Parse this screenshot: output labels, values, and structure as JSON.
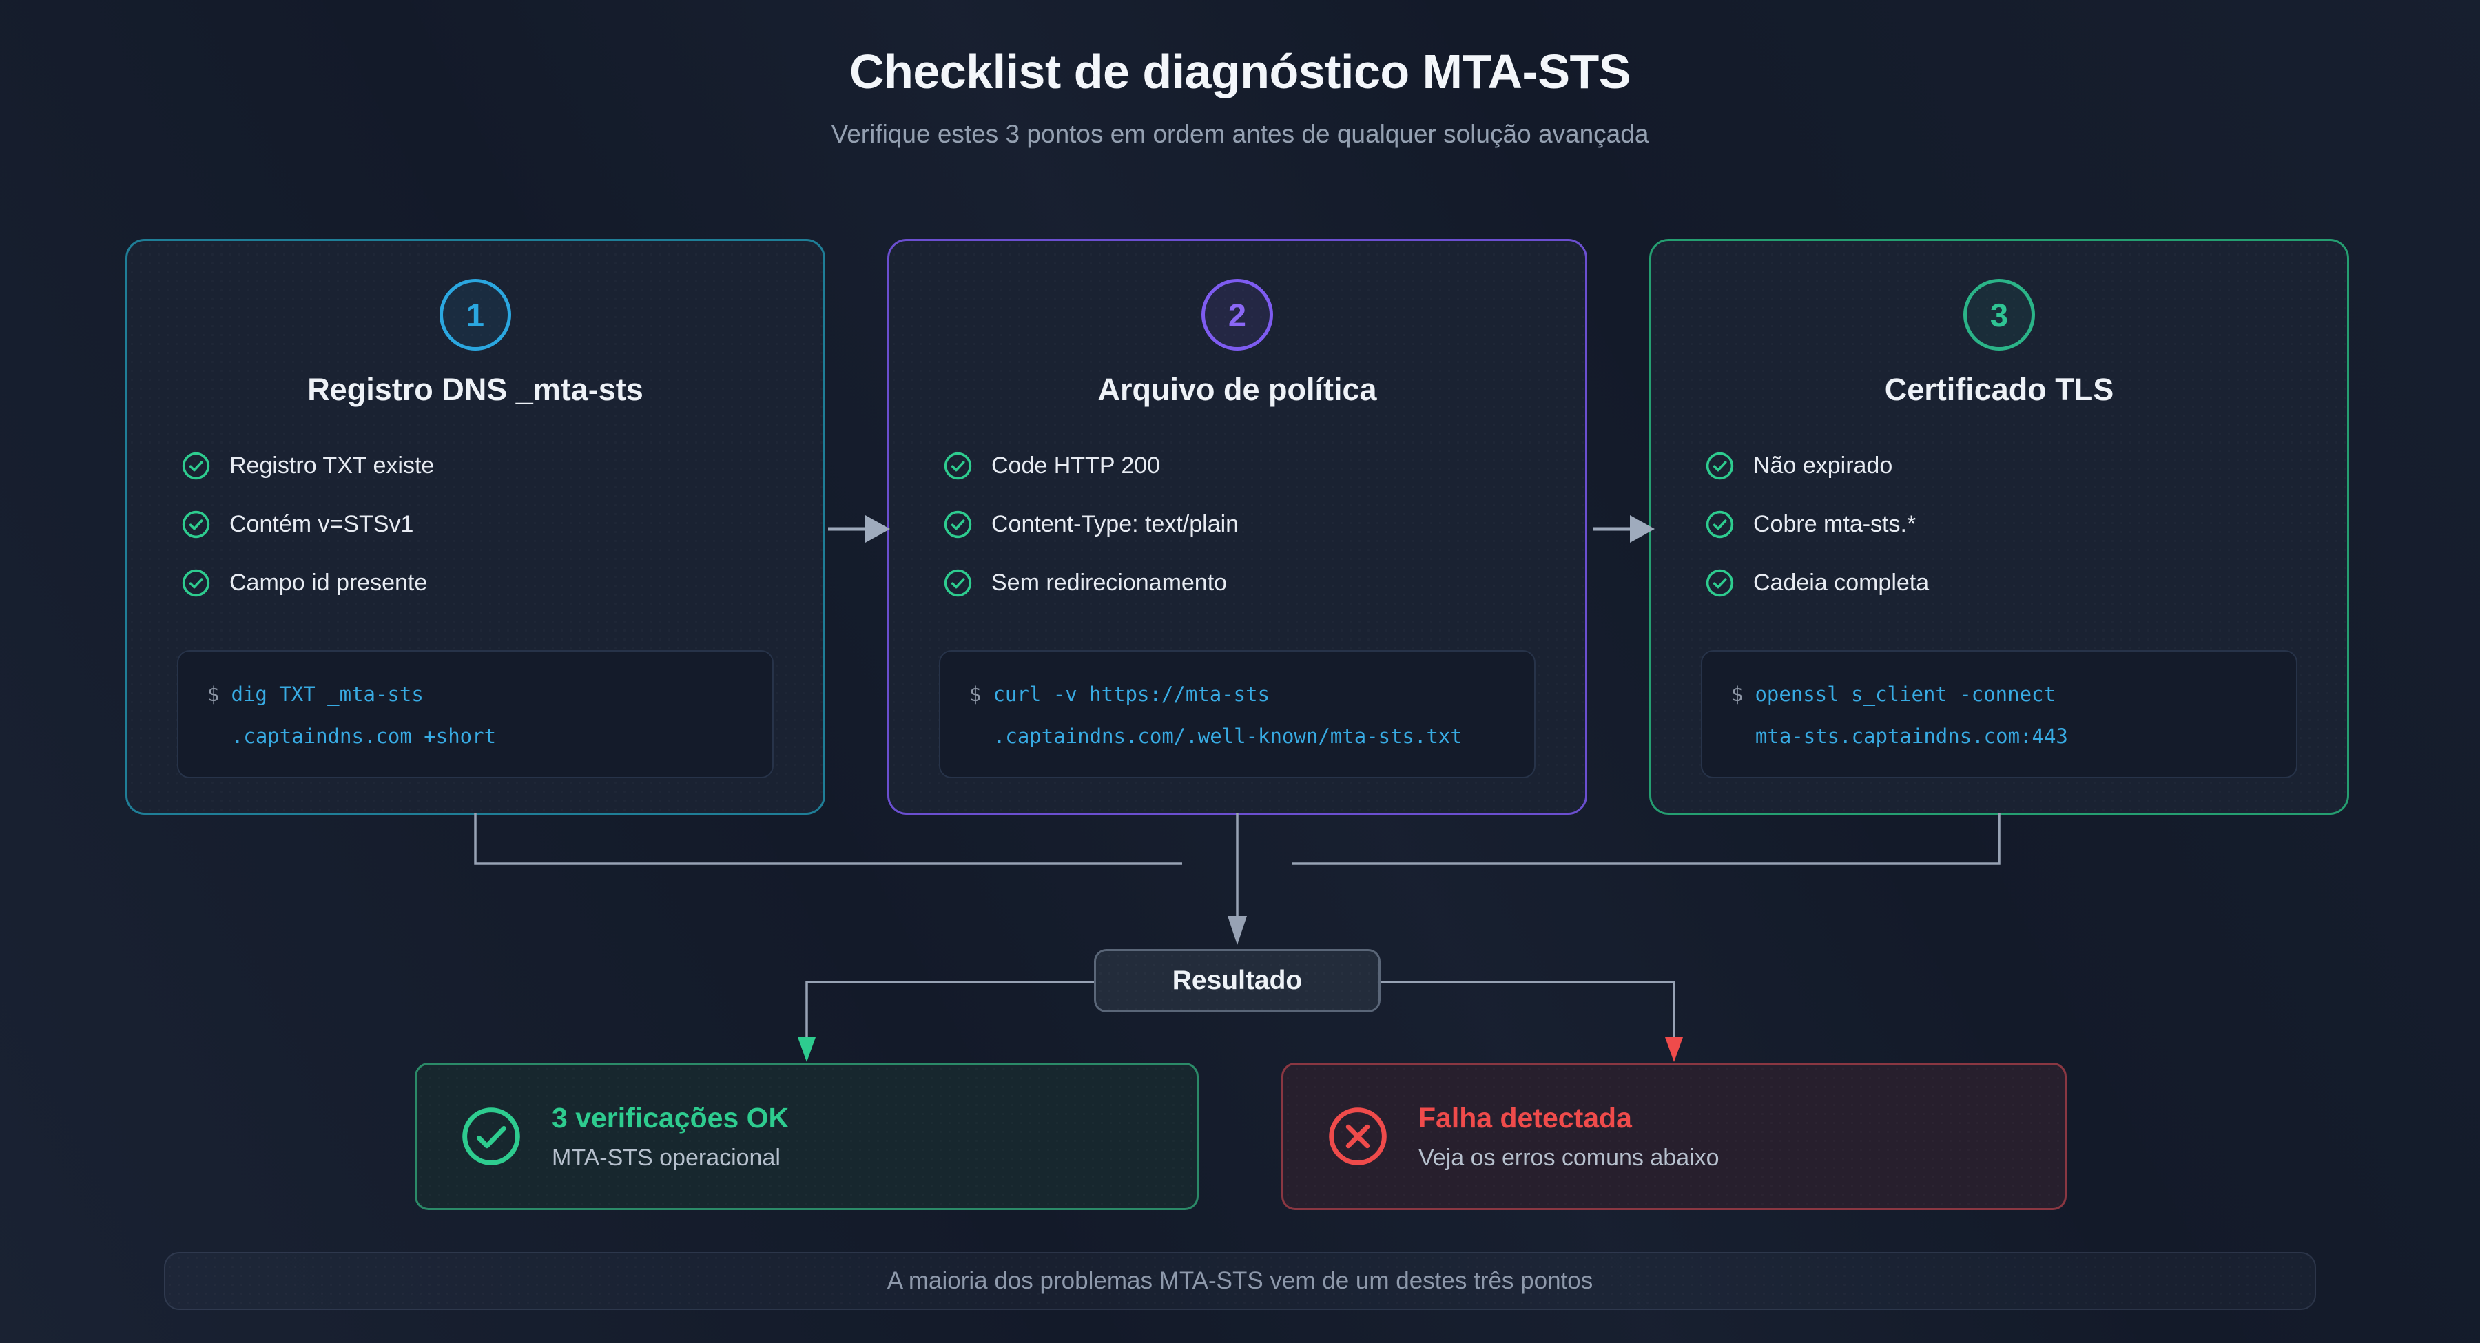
{
  "page": {
    "title": "Checklist de diagnóstico MTA-STS",
    "subtitle": "Verifique estes 3 pontos em ordem antes de qualquer solução avançada",
    "footer_note": "A maioria dos problemas MTA-STS vem de um destes três pontos",
    "background_color": "#131a29"
  },
  "cards": [
    {
      "number": "1",
      "title": "Registro DNS _mta-sts",
      "accent_color": "#2ba7e0",
      "border_color": "#1f7e97",
      "check_icon": "check-circle-icon",
      "items": [
        "Registro TXT existe",
        "Contém v=STSv1",
        "Campo id presente"
      ],
      "code": {
        "prompt": "$",
        "line1": "dig TXT _mta-sts",
        "line2": "  .captaindns.com +short"
      }
    },
    {
      "number": "2",
      "title": "Arquivo de política",
      "accent_color": "#7e5cf0",
      "border_color": "#6b4fd0",
      "check_icon": "check-circle-icon",
      "items": [
        "Code HTTP 200",
        "Content-Type: text/plain",
        "Sem redirecionamento"
      ],
      "code": {
        "prompt": "$",
        "line1": "curl -v https://mta-sts",
        "line2": "  .captaindns.com/.well-known/mta-sts.txt"
      }
    },
    {
      "number": "3",
      "title": "Certificado TLS",
      "accent_color": "#2bb488",
      "border_color": "#259e71",
      "check_icon": "check-circle-icon",
      "items": [
        "Não expirado",
        "Cobre mta-sts.*",
        "Cadeia completa"
      ],
      "code": {
        "prompt": "$",
        "line1": "openssl s_client -connect",
        "line2": "  mta-sts.captaindns.com:443"
      }
    }
  ],
  "flow": {
    "result_label": "Resultado",
    "connector_color": "#97a2b4",
    "step_arrow_icon": "arrow-right-icon",
    "down_arrow_icon": "arrow-down-icon"
  },
  "outcomes": {
    "success": {
      "title": "3 verificações OK",
      "subtitle": "MTA-STS operacional",
      "color": "#2ecc8f",
      "border_color": "#2b8a68",
      "icon": "check-circle-icon"
    },
    "failure": {
      "title": "Falha detectada",
      "subtitle": "Veja os erros comuns abaixo",
      "color": "#ef4b4b",
      "border_color": "#8a3742",
      "icon": "x-circle-icon"
    }
  },
  "code_color": "#38abe3"
}
